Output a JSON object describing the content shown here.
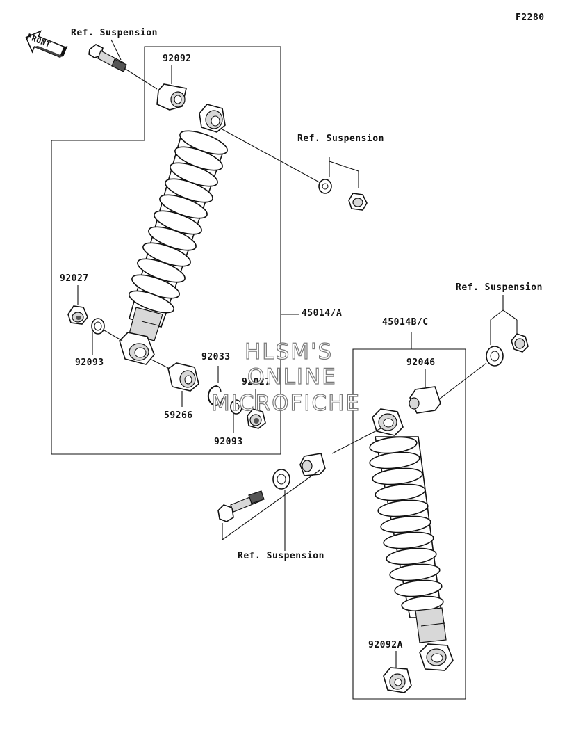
{
  "diagram_code": "F2280",
  "front_arrow_text": "FRONT",
  "watermark": [
    "HLSM'S",
    "ONLINE",
    "MICROFICHE"
  ],
  "labels": {
    "ref_suspension_top_left": "Ref. Suspension",
    "ref_suspension_top_mid": "Ref. Suspension",
    "ref_suspension_right": "Ref. Suspension",
    "ref_suspension_bottom": "Ref. Suspension",
    "p92092": "92092",
    "p92027_left": "92027",
    "p92093_left": "92093",
    "p92033": "92033",
    "p92027_right": "92027",
    "p59266": "59266",
    "p92093_right": "92093",
    "p45014A": "45014/A",
    "p45014BC": "45014B/C",
    "p92046": "92046",
    "p92092A": "92092A"
  }
}
